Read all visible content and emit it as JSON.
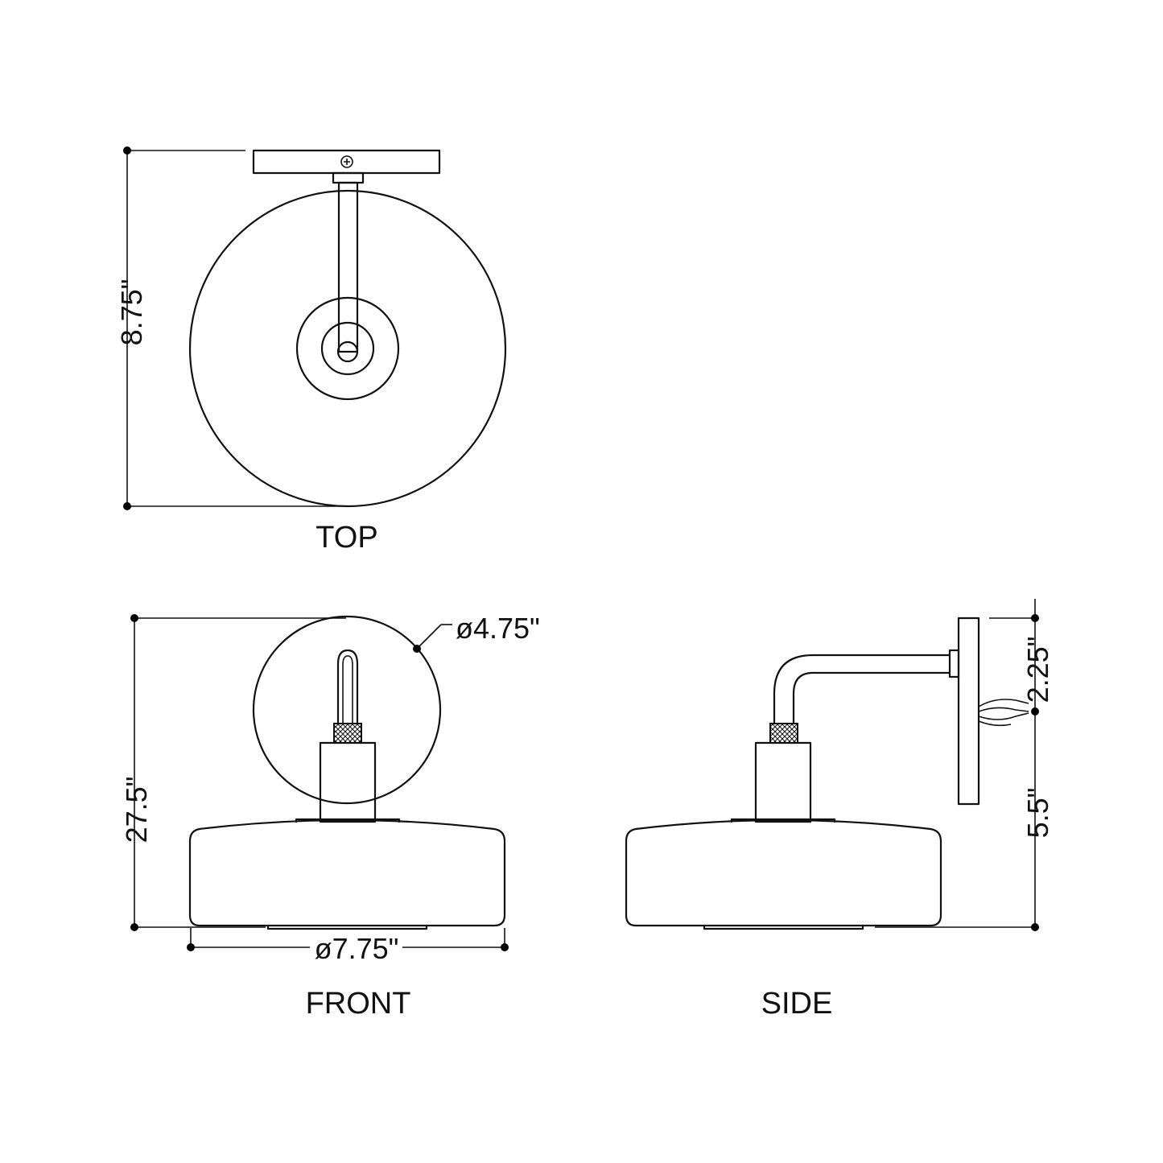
{
  "views": {
    "top": {
      "label": "TOP",
      "height_dim": "8.75\""
    },
    "front": {
      "label": "FRONT",
      "height_dim": "27.5\"",
      "shade_dim": "ø4.75\"",
      "base_dim": "ø7.75\""
    },
    "side": {
      "label": "SIDE",
      "upper_dim": "2.25\"",
      "lower_dim": "5.5\""
    }
  },
  "colors": {
    "line": "#111111",
    "background": "#ffffff"
  }
}
